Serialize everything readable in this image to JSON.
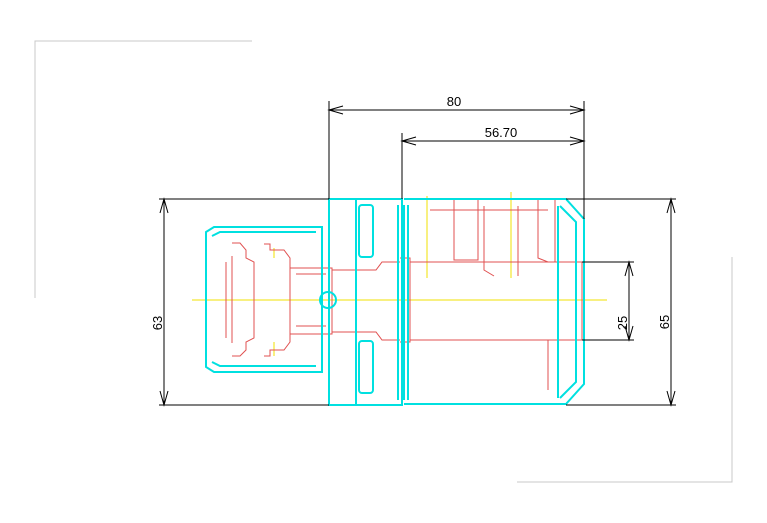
{
  "colors": {
    "background": "#ffffff",
    "frame": "#c8c8c8",
    "dimension": "#000000",
    "outline": "#00e0e0",
    "inner_detail": "#e05050",
    "centerline": "#f0e000"
  },
  "dimensions": {
    "overall_length": "80",
    "body_length": "56.70",
    "left_diameter": "63",
    "right_diameter": "65",
    "bore_diameter": "25"
  }
}
